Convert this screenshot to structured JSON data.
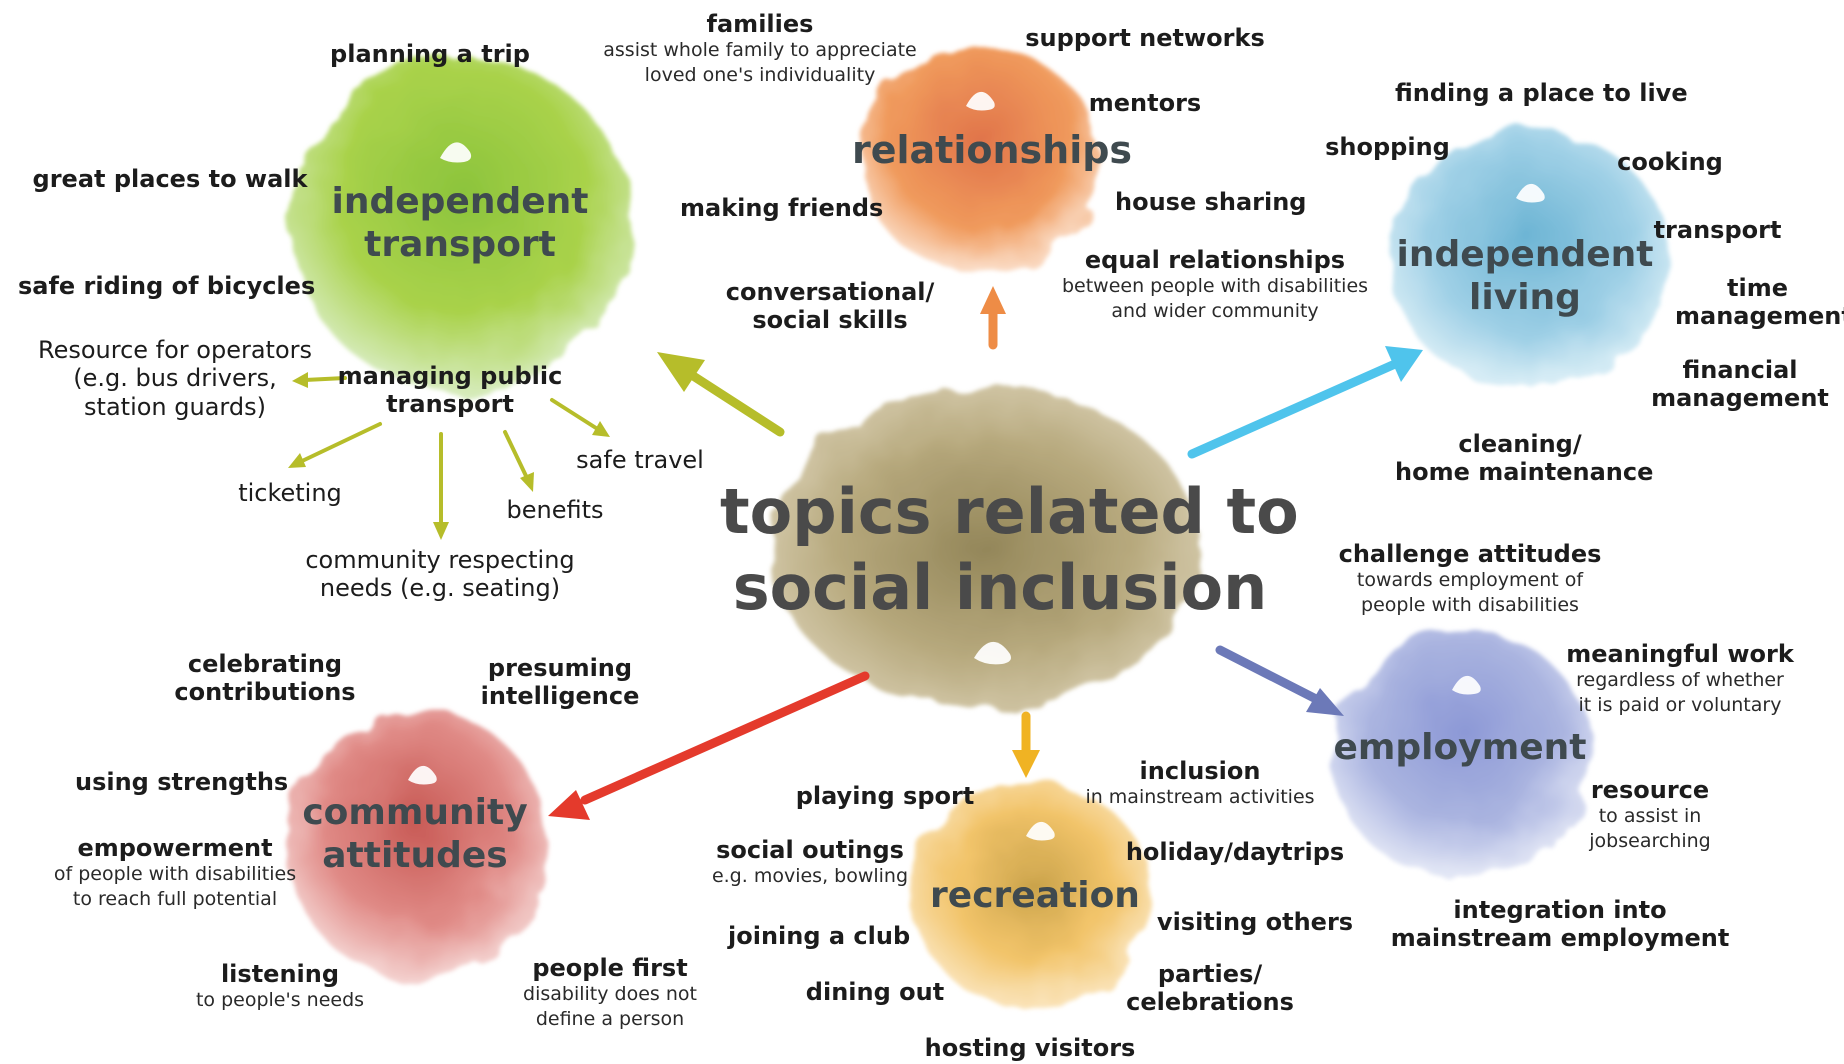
{
  "center": {
    "line1": "topics related to",
    "line2": "social inclusion"
  },
  "categories": {
    "independent_transport": {
      "line1": "independent",
      "line2": "transport",
      "color": "#9cc63b"
    },
    "relationships": {
      "line1": "relationships",
      "color": "#ee8c46"
    },
    "independent_living": {
      "line1": "independent",
      "line2": "living",
      "color": "#7fbfdc"
    },
    "employment": {
      "line1": "employment",
      "color": "#8f9ad6"
    },
    "recreation": {
      "line1": "recreation",
      "color": "#f0bd5a"
    },
    "community_attitudes": {
      "line1": "community",
      "line2": "attitudes",
      "color": "#d9696a"
    }
  },
  "arrow_colors": {
    "transport": "#b6bd2a",
    "relationships": "#ee8c46",
    "living": "#4fc4ec",
    "employment": "#6c79b8",
    "recreation": "#f0b323",
    "community": "#e43a2c"
  },
  "transport_topics": {
    "planning_trip": "planning a trip",
    "great_places": "great places to walk",
    "safe_bicycles": "safe riding of bicycles",
    "resource_operators": [
      "Resource for operators",
      "(e.g. bus drivers,",
      "station guards)"
    ],
    "managing_public": [
      "managing public",
      "transport"
    ],
    "ticketing": "ticketing",
    "community_respecting": [
      "community respecting",
      "needs (e.g. seating)"
    ],
    "benefits": "benefits",
    "safe_travel": "safe travel"
  },
  "relationship_topics": {
    "families": {
      "title": "families",
      "sub": [
        "assist whole family to appreciate",
        "loved one's individuality"
      ]
    },
    "support_networks": "support networks",
    "mentors": "mentors",
    "making_friends": "making friends",
    "house_sharing": "house sharing",
    "equal_relationships": {
      "title": "equal relationships",
      "sub": [
        "between people with disabilities",
        "and wider community"
      ]
    },
    "conversational": [
      "conversational/",
      "social skills"
    ]
  },
  "living_topics": {
    "finding_place": "finding a place to live",
    "shopping": "shopping",
    "cooking": "cooking",
    "transport": "transport",
    "time_management": [
      "time",
      "management"
    ],
    "financial": [
      "financial",
      "management"
    ],
    "cleaning": [
      "cleaning/",
      "home maintenance"
    ]
  },
  "employment_topics": {
    "challenge": {
      "title": "challenge attitudes",
      "sub": [
        "towards employment of",
        "people with disabilities"
      ]
    },
    "meaningful": {
      "title": "meaningful work",
      "sub": [
        "regardless of whether",
        "it is paid or voluntary"
      ]
    },
    "resource": {
      "title": "resource",
      "sub": [
        "to assist in",
        "jobsearching"
      ]
    },
    "integration": [
      "integration into",
      "mainstream employment"
    ]
  },
  "recreation_topics": {
    "playing_sport": "playing sport",
    "inclusion": {
      "title": "inclusion",
      "sub": [
        "in mainstream activities"
      ]
    },
    "social_outings": {
      "title": "social outings",
      "sub": [
        "e.g. movies, bowling"
      ]
    },
    "holiday": "holiday/daytrips",
    "joining_club": "joining a club",
    "visiting": "visiting others",
    "dining": "dining out",
    "parties": [
      "parties/",
      "celebrations"
    ],
    "hosting": "hosting visitors"
  },
  "community_topics": {
    "celebrating": [
      "celebrating",
      "contributions"
    ],
    "presuming": [
      "presuming",
      "intelligence"
    ],
    "strengths": "using strengths",
    "empowerment": {
      "title": "empowerment",
      "sub": [
        "of people with disabilities",
        "to reach full potential"
      ]
    },
    "listening": {
      "title": "listening",
      "sub": [
        "to people's needs"
      ]
    },
    "people_first": {
      "title": "people first",
      "sub": [
        "disability does not",
        "define a person"
      ]
    }
  }
}
